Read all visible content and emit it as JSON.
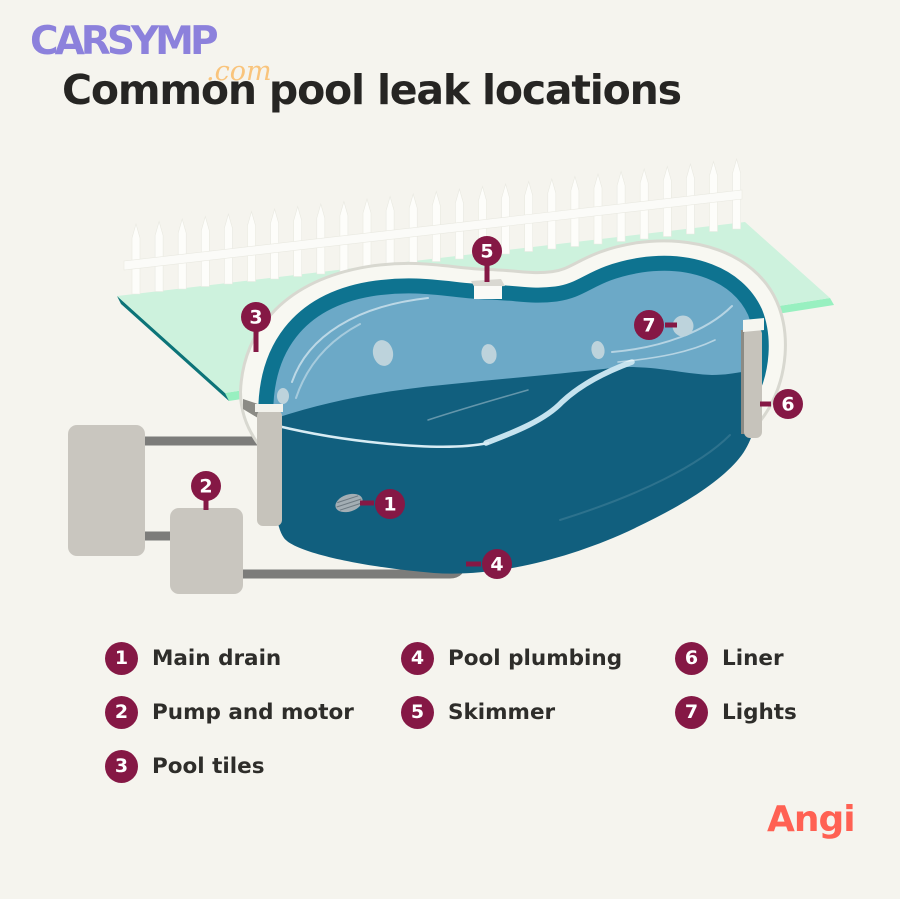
{
  "header": {
    "watermark_brand": "CARSYMP",
    "watermark_suffix": ".com",
    "title": "Common pool leak locations"
  },
  "legend": {
    "items": [
      {
        "num": "1",
        "label": "Main drain"
      },
      {
        "num": "2",
        "label": "Pump and motor"
      },
      {
        "num": "3",
        "label": "Pool tiles"
      },
      {
        "num": "4",
        "label": "Pool plumbing"
      },
      {
        "num": "5",
        "label": "Skimmer"
      },
      {
        "num": "6",
        "label": "Liner"
      },
      {
        "num": "7",
        "label": "Lights"
      }
    ],
    "columns": [
      [
        0,
        1,
        2
      ],
      [
        3,
        4
      ],
      [
        5,
        6
      ]
    ]
  },
  "footer": {
    "brand": "Angi"
  },
  "colors": {
    "background": "#f5f4ee",
    "marker": "#851845",
    "marker_text": "#ffffff",
    "water_surface": "#6ca9c7",
    "water_deep": "#115f7e",
    "pool_rim": "#0e7390",
    "coping": "#f8f8f2",
    "coping_edge": "#d8d8d0",
    "grass": "#cdf2dd",
    "grass_edge_dark": "#0c7478",
    "grass_edge_light": "#98f0c0",
    "fence": "#fdfdfa",
    "equipment_gray": "#c9c6bf",
    "pipe_gray": "#7c7c7a",
    "wall_gray": "#c6c3bb",
    "wall_edge_gray": "#8b8b85",
    "surface_dot": "#bdd3dc",
    "watermark_purple": "#8c81dc",
    "watermark_orange": "#f9c47c",
    "angi_coral": "#ff6153",
    "title_text": "#262523",
    "legend_text": "#2e2d2a"
  }
}
